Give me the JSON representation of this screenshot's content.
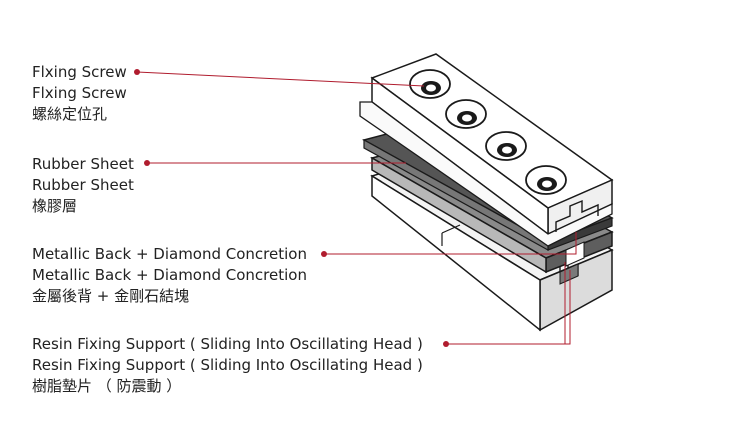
{
  "labels": [
    {
      "en1": "Flxing Screw",
      "en2": "Flxing Screw",
      "zh": "螺絲定位孔"
    },
    {
      "en1": "Rubber Sheet",
      "en2": "Rubber Sheet",
      "zh": "橡膠層"
    },
    {
      "en1": "Metallic Back + Diamond Concretion",
      "en2": "Metallic Back + Diamond Concretion",
      "zh": "金屬後背 + 金剛石結塊"
    },
    {
      "en1": "Resin Fixing Support ( Sliding Into Oscillating Head )",
      "en2": "Resin Fixing Support ( Sliding Into Oscillating Head )",
      "zh": "樹脂墊片 （ 防震動 ）"
    }
  ],
  "colors": {
    "leader": "#b01c2e",
    "rubber": "#555555",
    "metal": "#7a7a7a",
    "resin_face": "#e6e6e6",
    "resin_top": "#f4f4f4",
    "outline": "#1a1a1a",
    "text": "#222222"
  }
}
